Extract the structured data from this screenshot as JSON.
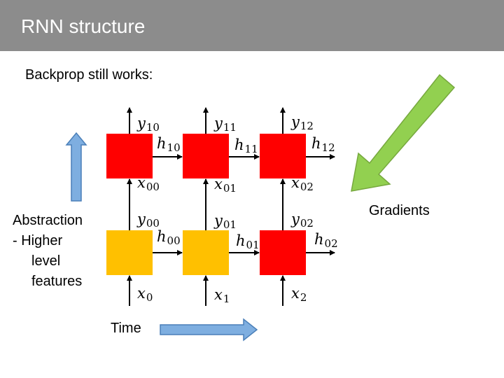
{
  "header": {
    "title": "RNN structure"
  },
  "subtitle": "Backprop still works:",
  "abstraction": {
    "line1": "Abstraction",
    "line2": "-  Higher",
    "line3": "level",
    "line4": "features"
  },
  "gradients_label": "Gradients",
  "time_label": "Time",
  "colors": {
    "header_bg": "#8c8c8c",
    "red_cell": "#ff0000",
    "yellow_cell": "#ffc000",
    "blue_arrow": "#7eaee0",
    "green_arrow": "#92d050"
  },
  "math": {
    "y10": {
      "v": "y",
      "s": "10"
    },
    "y11": {
      "v": "y",
      "s": "11"
    },
    "y12": {
      "v": "y",
      "s": "12"
    },
    "h10": {
      "v": "h",
      "s": "10"
    },
    "h11": {
      "v": "h",
      "s": "11"
    },
    "h12": {
      "v": "h",
      "s": "12"
    },
    "x00": {
      "v": "x",
      "s": "00"
    },
    "x01": {
      "v": "x",
      "s": "01"
    },
    "x02": {
      "v": "x",
      "s": "02"
    },
    "y00": {
      "v": "y",
      "s": "00"
    },
    "y01": {
      "v": "y",
      "s": "01"
    },
    "y02": {
      "v": "y",
      "s": "02"
    },
    "h00": {
      "v": "h",
      "s": "00"
    },
    "h01": {
      "v": "h",
      "s": "01"
    },
    "h02": {
      "v": "h",
      "s": "02"
    },
    "x0": {
      "v": "x",
      "s": "0"
    },
    "x1": {
      "v": "x",
      "s": "1"
    },
    "x2": {
      "v": "x",
      "s": "2"
    }
  }
}
